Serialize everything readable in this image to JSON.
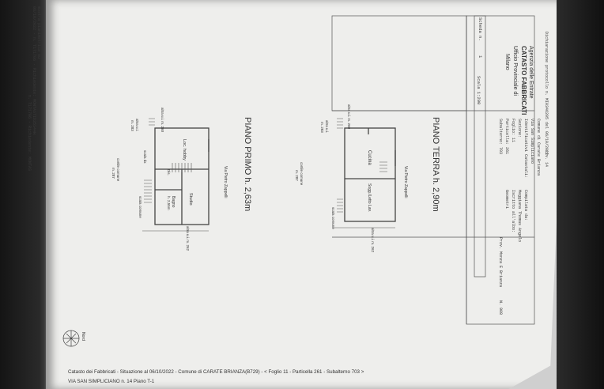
{
  "bleed_left": {
    "line1": "n. T171706 - Richiedente: MONTAS",
    "line2": "06/10/2022 - n. T171706 - Richiedente: MONTASTID25S44H",
    "line3": "mostra pianimetrica su"
  },
  "agency": {
    "name": "Agenzia delle Entrate",
    "title": "CATASTO FABBRICATI",
    "office": "Ufficio Provinciale di",
    "city": "Milano"
  },
  "sheet": {
    "scheda_label": "Scheda n.",
    "scheda_num": "1",
    "scale": "Scala 1:200"
  },
  "header": {
    "declaration": "Dichiarazione protocollo n. MI0346205 del 06/10/2022",
    "comune": "Comune di Carate Brianza",
    "via": "Via San Simpliciano",
    "civ": "civ. 14",
    "identificativi": "Identificativi Catastali:",
    "sezione": "Sezione:",
    "foglio": "Foglio: 11",
    "particella": "Particella: 261",
    "subalterno": "Subalterno: 703",
    "compilata": "Compilata da:",
    "compiler": "Meggiana Thomas Angelo",
    "iscritto": "Iscritto all'albo:",
    "albo": "Geometri",
    "prov": "Prov. Monza E Brianza",
    "num": "N. 908"
  },
  "floor_terra": {
    "title": "PIANO TERRA h. 2,90m",
    "street": "Via Pietro Zappelli",
    "room1": "Cucina",
    "room2": "Sogg./Letto Lav.",
    "cortile": "cortile comune",
    "cortile_sub": "m. 287",
    "altra_top": "altra u.i. m. 260",
    "altra_bottom": "altra u.i. m. 262",
    "altra_side": "altra u.i.",
    "altra_side_sub": "m. 283",
    "scala_comune": "scala comune"
  },
  "floor_primo": {
    "title": "PIANO PRIMO h. 2,63m",
    "street": "Via Pietro Zappelli",
    "room1": "Loc. hobby",
    "room2": "Studio",
    "room3": "Bagno",
    "room3_h": "h. 2,55m",
    "dis": "Dis.",
    "cortile": "cortile comune",
    "cortile_sub": "m. 287",
    "altra_top": "altra u.i. m. 260",
    "altra_bottom": "altra u.i. m. 262",
    "altra_side": "altra u.i.",
    "altra_side_sub": "m. 283",
    "scala_comune": "scala comune",
    "scala_dx": "scala dx"
  },
  "footer": {
    "line1": "Catasto dei Fabbricati - Situazione al 06/10/2022 - Comune di CARATE BRIANZA(B729) - < Foglio 11 - Particella 261 - Subalterno 703 >",
    "line2": "VIA SAN SIMPLICIANO n. 14 Piano T-1"
  },
  "north": "Nord"
}
